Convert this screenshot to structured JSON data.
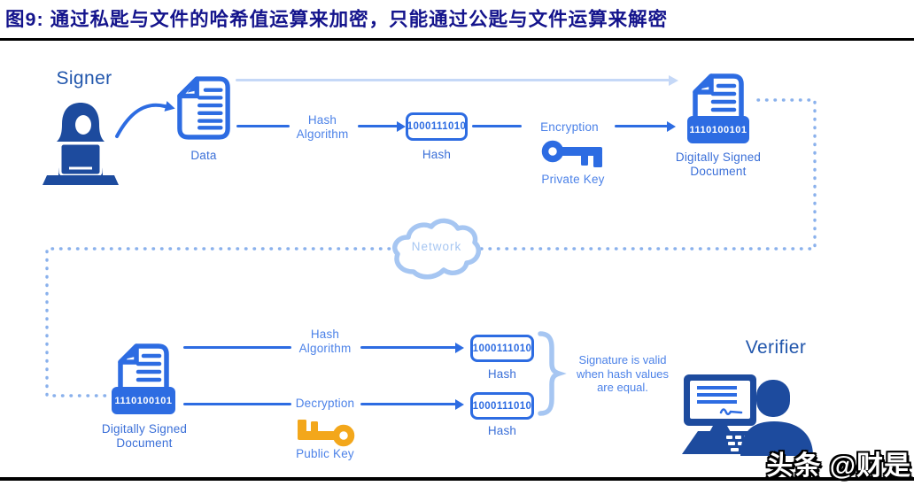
{
  "figure": {
    "title": "图9:  通过私匙与文件的哈希值运算来加密，只能通过公匙与文件运算来解密"
  },
  "colors": {
    "title_navy": "#14148c",
    "accent_blue": "#2d6ce2",
    "person_blue": "#1d4b9e",
    "light_blue": "#a6c6f2",
    "light_arrow_blue": "#c5d8f7",
    "label_blue": "#4c82e8",
    "key_gold": "#f3a71b",
    "rule_black": "#000000"
  },
  "signer_section": {
    "signer_label": "Signer",
    "data_doc_label": "Data",
    "hash_algorithm_label": "Hash Algorithm",
    "hash_value": "1000111010",
    "hash_label": "Hash",
    "encryption_label": "Encryption",
    "private_key_label": "Private Key",
    "signed_doc_value": "1110100101",
    "signed_doc_label": "Digitally Signed Document"
  },
  "network": {
    "label": "Network"
  },
  "verifier_section": {
    "signed_doc_value": "1110100101",
    "signed_doc_label": "Digitally Signed Document",
    "hash_algorithm_label": "Hash Algorithm",
    "decryption_label": "Decryption",
    "public_key_label": "Public Key",
    "hash_top_value": "1000111010",
    "hash_top_label": "Hash",
    "hash_bottom_value": "1000111010",
    "hash_bottom_label": "Hash",
    "validity_note": "Signature is valid when hash values are equal.",
    "verifier_label": "Verifier"
  },
  "watermark": {
    "text": "头条 @财是"
  }
}
